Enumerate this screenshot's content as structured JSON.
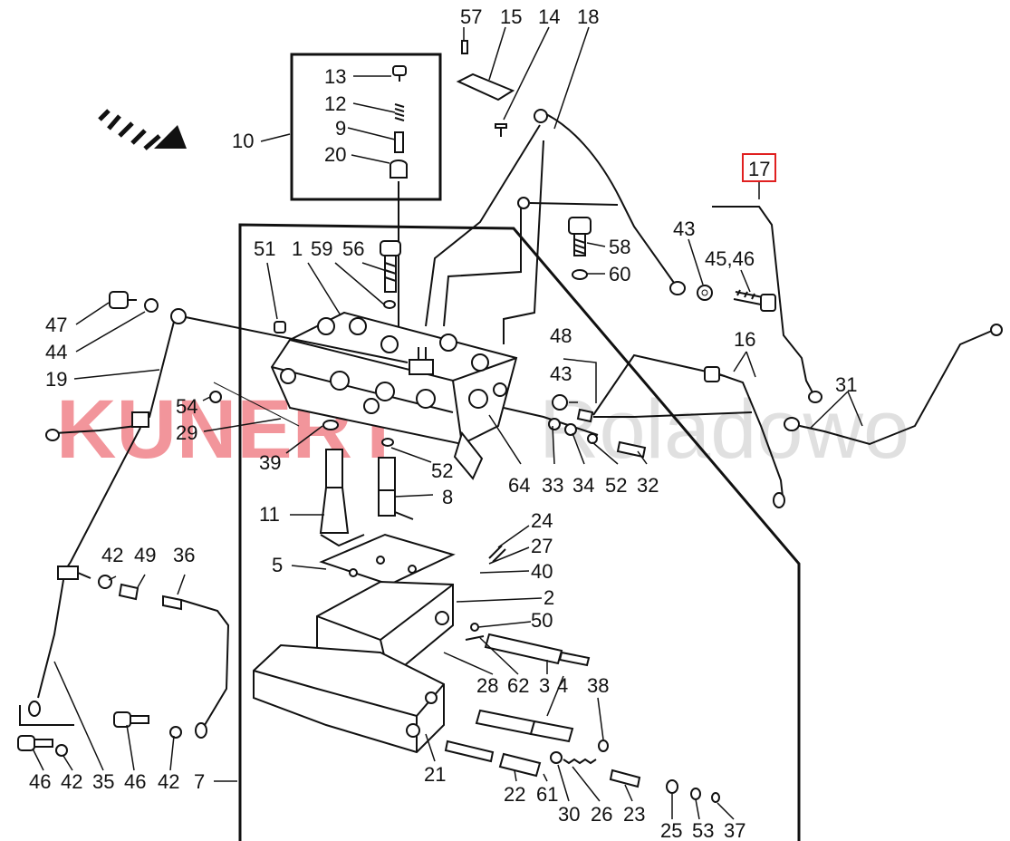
{
  "watermark": {
    "brand": "KUNERT",
    "location": "Roladowo",
    "brand_color": "#e8404a",
    "location_color": "#c8c8c8"
  },
  "highlight": {
    "label": "17",
    "color": "#e02020"
  },
  "labels": {
    "l57": "57",
    "l15": "15",
    "l14": "14",
    "l18": "18",
    "l13": "13",
    "l12": "12",
    "l9": "9",
    "l20": "20",
    "l10": "10",
    "l17": "17",
    "l43a": "43",
    "l4546": "45,46",
    "l51": "51",
    "l1": "1",
    "l59": "59",
    "l56": "56",
    "l58": "58",
    "l60": "60",
    "l47": "47",
    "l44": "44",
    "l19": "19",
    "l48": "48",
    "l16": "16",
    "l43b": "43",
    "l31": "31",
    "l54": "54",
    "l29": "29",
    "l39": "39",
    "l52a": "52",
    "l64": "64",
    "l33": "33",
    "l34": "34",
    "l52b": "52",
    "l32": "32",
    "l11": "11",
    "l8": "8",
    "l24": "24",
    "l27": "27",
    "l40": "40",
    "l5": "5",
    "l2": "2",
    "l50": "50",
    "l42a": "42",
    "l49": "49",
    "l36": "36",
    "l28": "28",
    "l62": "62",
    "l3": "3",
    "l4": "4",
    "l38": "38",
    "l21": "21",
    "l46a": "46",
    "l42b": "42",
    "l35": "35",
    "l46b": "46",
    "l42c": "42",
    "l7": "7",
    "l22": "22",
    "l61": "61",
    "l30": "30",
    "l26": "26",
    "l23": "23",
    "l25": "25",
    "l53": "53",
    "l37": "37"
  },
  "icons": {
    "direction_arrow": "direction-arrow-icon"
  }
}
